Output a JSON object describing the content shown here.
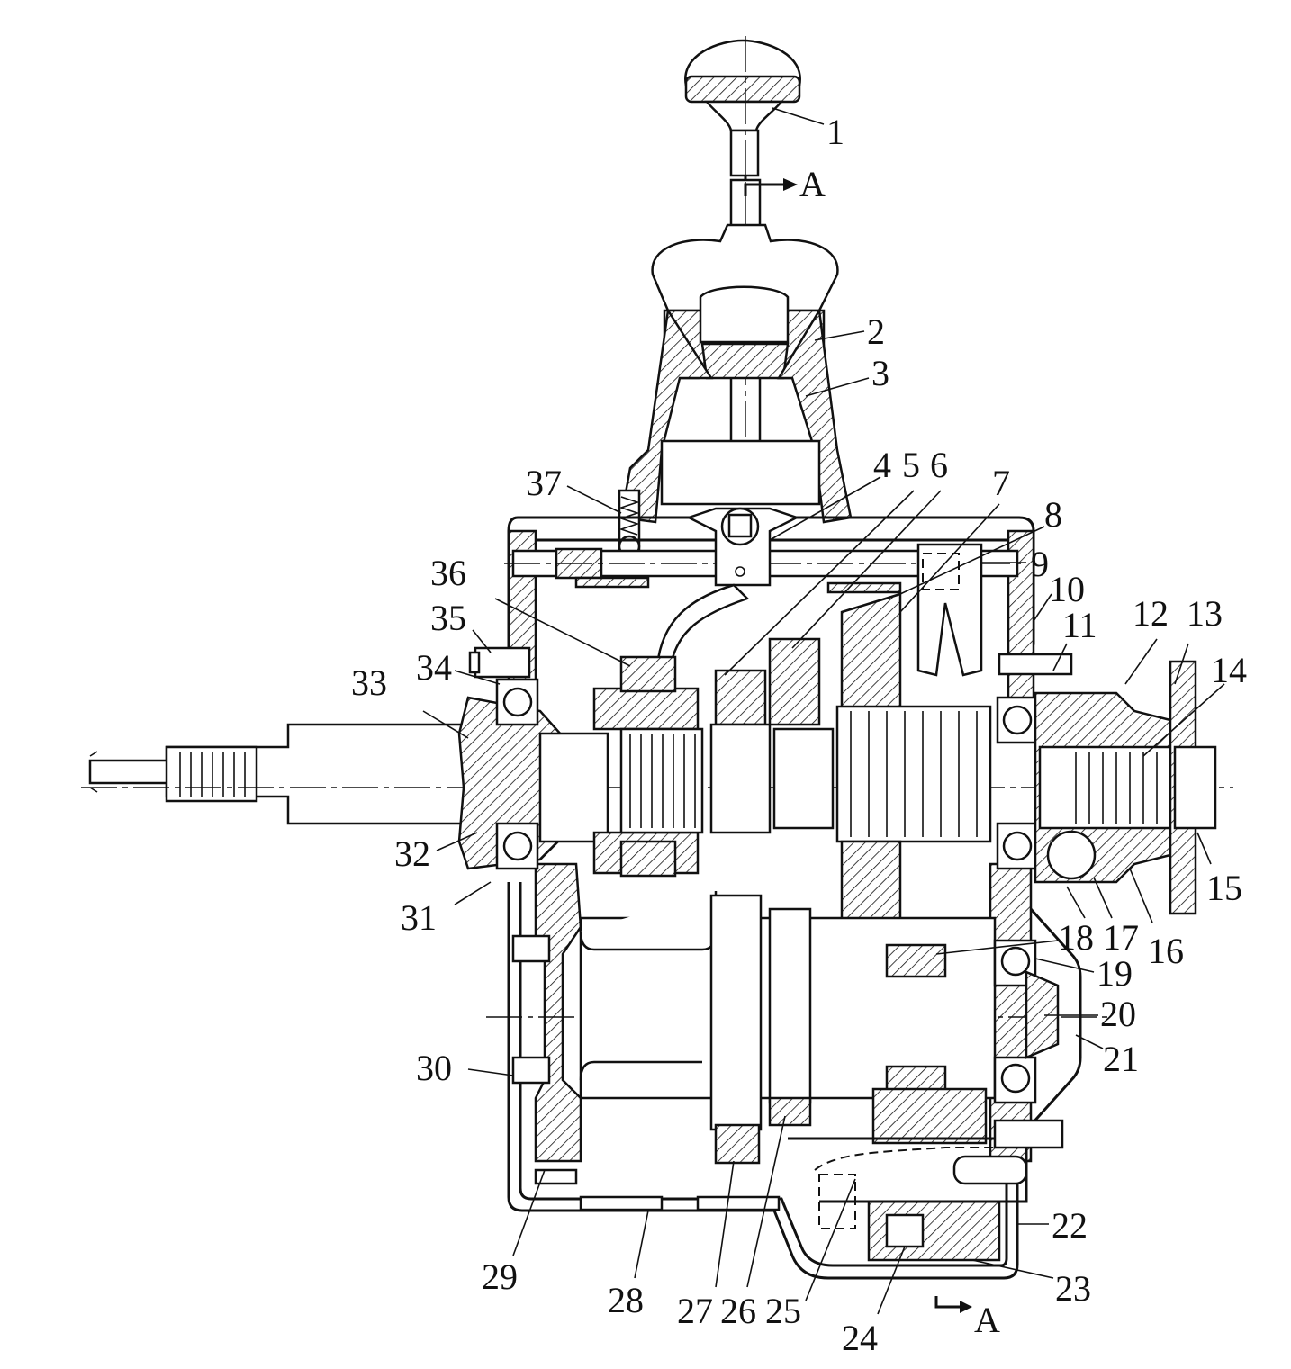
{
  "diagram": {
    "callouts": [
      {
        "id": "1",
        "text": "1"
      },
      {
        "id": "2",
        "text": "2"
      },
      {
        "id": "3",
        "text": "3"
      },
      {
        "id": "4",
        "text": "4"
      },
      {
        "id": "5",
        "text": "5"
      },
      {
        "id": "6",
        "text": "6"
      },
      {
        "id": "7",
        "text": "7"
      },
      {
        "id": "8",
        "text": "8"
      },
      {
        "id": "9",
        "text": "9"
      },
      {
        "id": "10",
        "text": "10"
      },
      {
        "id": "11",
        "text": "11"
      },
      {
        "id": "12",
        "text": "12"
      },
      {
        "id": "13",
        "text": "13"
      },
      {
        "id": "14",
        "text": "14"
      },
      {
        "id": "15",
        "text": "15"
      },
      {
        "id": "16",
        "text": "16"
      },
      {
        "id": "17",
        "text": "17"
      },
      {
        "id": "18",
        "text": "18"
      },
      {
        "id": "19",
        "text": "19"
      },
      {
        "id": "20",
        "text": "20"
      },
      {
        "id": "21",
        "text": "21"
      },
      {
        "id": "22",
        "text": "22"
      },
      {
        "id": "23",
        "text": "23"
      },
      {
        "id": "24",
        "text": "24"
      },
      {
        "id": "25",
        "text": "25"
      },
      {
        "id": "26",
        "text": "26"
      },
      {
        "id": "27",
        "text": "27"
      },
      {
        "id": "28",
        "text": "28"
      },
      {
        "id": "29",
        "text": "29"
      },
      {
        "id": "30",
        "text": "30"
      },
      {
        "id": "31",
        "text": "31"
      },
      {
        "id": "32",
        "text": "32"
      },
      {
        "id": "33",
        "text": "33"
      },
      {
        "id": "34",
        "text": "34"
      },
      {
        "id": "35",
        "text": "35"
      },
      {
        "id": "36",
        "text": "36"
      },
      {
        "id": "37",
        "text": "37"
      }
    ],
    "section_marks": {
      "top": "A",
      "bottom": "A"
    }
  }
}
